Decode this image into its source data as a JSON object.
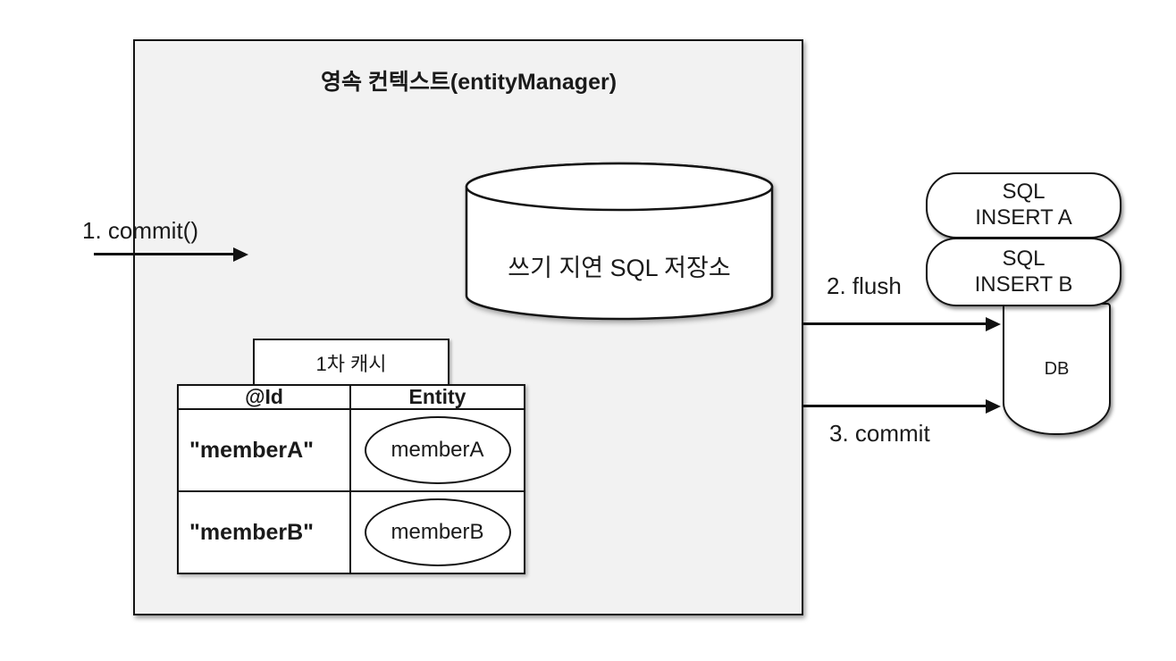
{
  "colors": {
    "canvas_bg": "#ffffff",
    "context_box_fill": "#f2f2f2",
    "shape_fill": "#ffffff",
    "line": "#141414"
  },
  "persistence_context": {
    "title": "영속 컨텍스트(entityManager)",
    "sql_store": {
      "label": "쓰기 지연 SQL 저장소"
    },
    "first_level_cache": {
      "label": "1차 캐시",
      "table": {
        "headers": [
          "@Id",
          "Entity"
        ],
        "rows": [
          {
            "id": "\"memberA\"",
            "entity": "memberA"
          },
          {
            "id": "\"memberB\"",
            "entity": "memberB"
          }
        ]
      }
    }
  },
  "flow": {
    "step1": "1. commit()",
    "step2": "2. flush",
    "step3": "3. commit"
  },
  "database": {
    "label": "DB",
    "sql_statements": [
      {
        "line1": "SQL",
        "line2": "INSERT A"
      },
      {
        "line1": "SQL",
        "line2": "INSERT B"
      }
    ]
  }
}
